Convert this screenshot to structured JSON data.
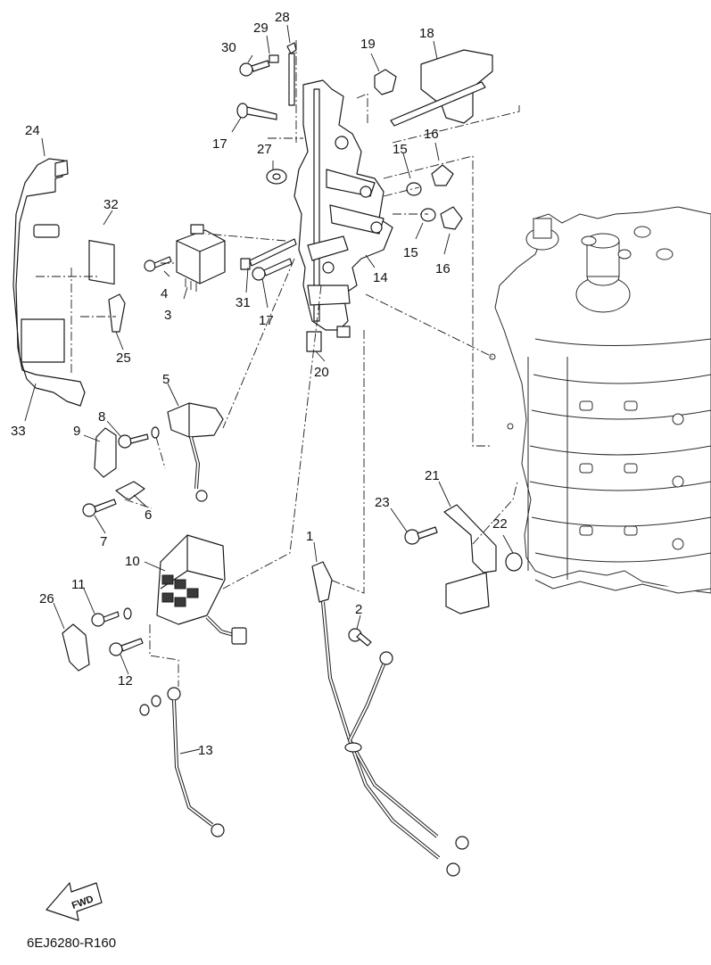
{
  "diagram_code": "6EJ6280-R160",
  "direction_label": "FWD",
  "callouts": [
    "1",
    "2",
    "3",
    "4",
    "5",
    "6",
    "7",
    "8",
    "9",
    "10",
    "11",
    "12",
    "13",
    "14",
    "15",
    "15",
    "16",
    "16",
    "17",
    "17",
    "18",
    "19",
    "20",
    "21",
    "22",
    "23",
    "24",
    "25",
    "26",
    "27",
    "28",
    "29",
    "30",
    "31",
    "32",
    "33"
  ]
}
